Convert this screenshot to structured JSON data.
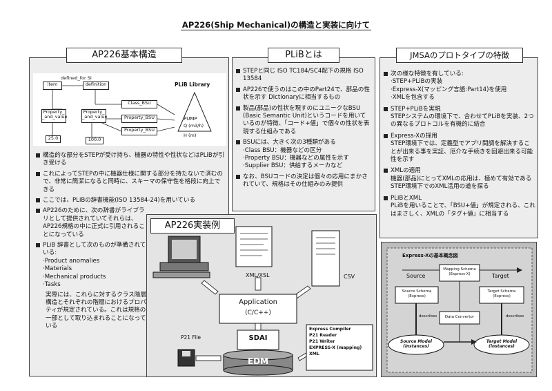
{
  "title": "AP226(Ship Mechanical)の構造と実装に向けて",
  "left": {
    "heading": "AP226基本構造",
    "diagram": {
      "item": "item",
      "defined_for": "defined_for SI",
      "definition": "definition",
      "class_bsu": "Class_BSU",
      "property_value_1": "Property_ _and_value",
      "property_value_2": "Property_ _and_value",
      "property_bsu_1": "Property_BSU",
      "property_bsu_2": "Property_BSU",
      "value_1": "25.0",
      "value_2": "100.0",
      "library_title": "PLiB Library",
      "pump": "PUMP",
      "q": "Q (m3/h)",
      "h": "H (m)"
    },
    "bullets": [
      "構造的な部分をSTEPが受け持ち、機器の特性や性状などはPLiBが引き受ける",
      "これによってSTEPの中に機器仕様に関する部分を持たないで済むので、非常に簡潔になると同時に、スキーマの保守性を格段に向上できる",
      "ここでは、PLiBの辞書機能(ISO 13584-24)を用いている",
      "AP226のために、次の辞書がライブラリとして提供されていてそれらは、AP226規格の中に正式に引用されることになっている",
      "PLiB 辞書として次のものが準備されている:",
      "実際には、これらに対するクラス階層構造とそれぞれの階層におけるプロパティが規定されている。これは規格の一部として取り込まれることになっている"
    ],
    "dictionaries": [
      "·Product anomalies",
      "·Materials",
      "·Mechanical products",
      "·Tasks"
    ]
  },
  "middle": {
    "heading": "PLiBとは",
    "bullets": [
      "STEPと同じ ISO TC184/SC4配下の規格 ISO 13584",
      "AP226で使うのはこの中のPart24で、部品の性状を示す Dictionaryに相当するもの",
      "製品(部品)の性状を現すのにユニークなBSU (Basic Semantic Unit)というコードを用いているのが特徴、「コード+値」で個々の性状を表現する仕組みである",
      "BSUには、大きく次の3種類がある",
      "なお、BSUコードの決定は個々の応用にまかされていて、規格はその仕組みのみ提供"
    ],
    "bsu_types": [
      "·Class BSU：機器などの区分",
      "·Property BSU：機器などの属性を示す",
      "·Supplier BSU：供給するメーカなど"
    ]
  },
  "impl": {
    "heading": "AP226実装例",
    "xml_xsl": "XML/XSL",
    "csv": "CSV",
    "application": "Application",
    "application_lang": "(C/C++)",
    "p21_file": "P21 File",
    "sdai": "SDAI",
    "edm": "EDM",
    "tools": [
      "Express Compiler",
      "P21 Reader",
      "P21 Writer",
      "EXPRESS-X (mapping)",
      "XML"
    ]
  },
  "right": {
    "heading": "JMSAのプロトタイプの特徴",
    "bullets": [
      "次の様な特徴を有している:",
      "STEP+PLiBを実現",
      "Express-Xの採用",
      "XMLの適用",
      "PLiBとXML"
    ],
    "features": [
      "·STEP+PLiBの実装",
      "·Express-X(マッピング言語:Part14)を使用",
      "·XMLを包含する"
    ],
    "texts": [
      "STEPシステムの環境下で、合わせてPLiBを実装、2つの異なるプロトコルを有機的に結合",
      "STEP環境下では、定義型でアプリ間調を解決することが出来る事を実証、厄介な手続きを回避出来る可能性を示す",
      "機器(部品)にとってXMLの応用は、極めて有効である　STEP環境下でのXML活用の道を探る",
      "PLiBを用いることで、「BSU+値」が規定される、これはまさしく、XMLの「タグ+値」に相当する"
    ],
    "figure": {
      "title": "Express-Xの基本概念図",
      "source": "Source",
      "target": "Target",
      "mapping_schema": "Mapping Schema (Express-X)",
      "source_schema": "Source Schema (Express)",
      "target_schema": "Target Schema (Express)",
      "data_converter": "Data Convertor",
      "describes_1": "describes",
      "describes_2": "describes",
      "source_model": "Source Model (instances)",
      "target_model": "Target Model (instances)"
    }
  }
}
